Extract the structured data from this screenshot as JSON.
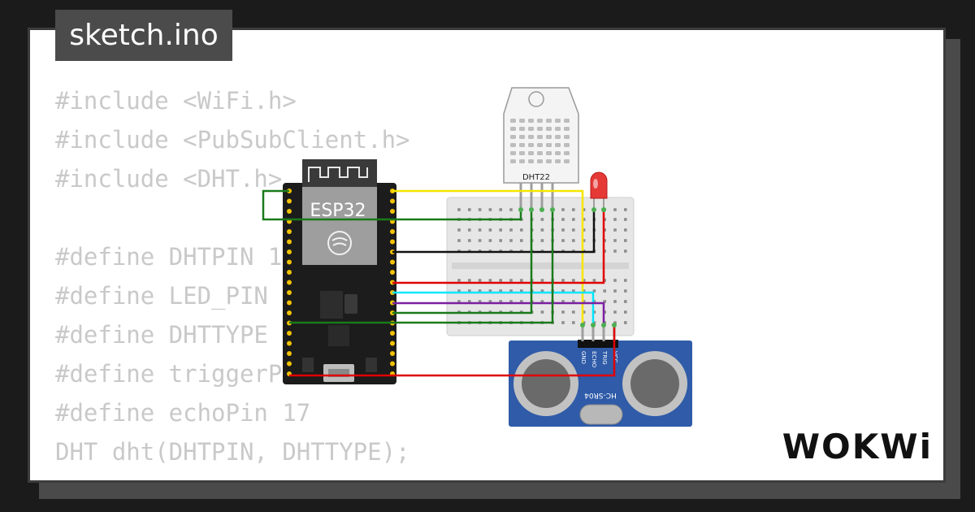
{
  "file_tab": {
    "label": "sketch.ino"
  },
  "code_lines": [
    "#include <WiFi.h>",
    "#include <PubSubClient.h>",
    "#include <DHT.h>",
    "",
    "#define DHTPIN 13",
    "#define LED_PIN 2",
    "#define DHTTYPE DHT22",
    "#define triggerPin 5",
    "#define echoPin 17",
    "DHT dht(DHTPIN, DHTTYPE);"
  ],
  "components": {
    "esp32_label": "ESP32",
    "dht_label": "DHT22",
    "ultrasonic_label": "HC-SR04",
    "ultrasonic_pins": [
      "GND",
      "ECHO",
      "TRIG",
      "VCC"
    ],
    "led_color": "#e53935"
  },
  "brand": {
    "logo": "WOKWi"
  },
  "colors": {
    "wire_yellow": "#f5e600",
    "wire_green": "#1a7a1a",
    "wire_black": "#111111",
    "wire_red": "#e00000",
    "wire_cyan": "#00e5ff",
    "wire_purple": "#7b1fa2"
  }
}
